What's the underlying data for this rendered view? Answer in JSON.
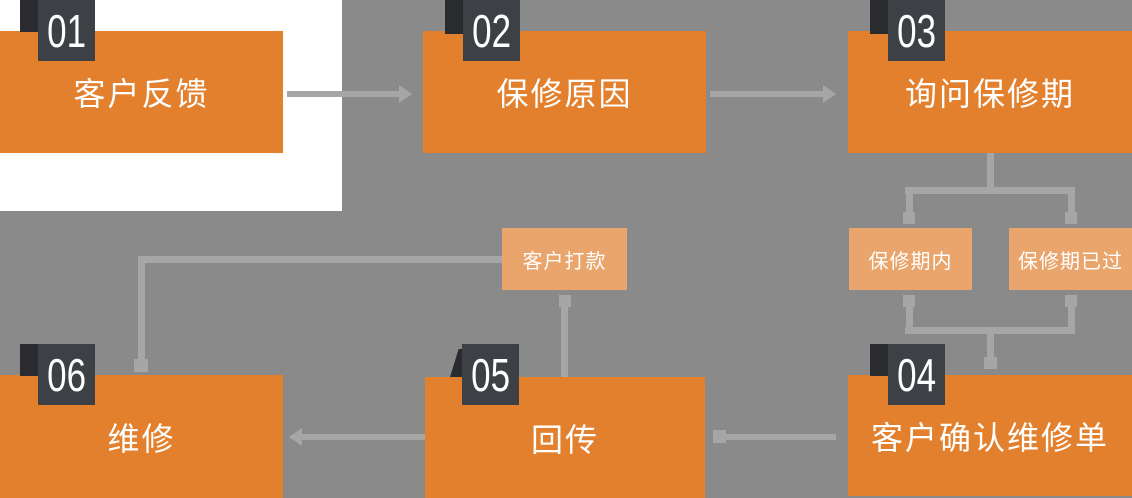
{
  "diagram": {
    "title": "warranty-repair-process-flowchart",
    "steps": [
      {
        "number": "01",
        "label": "客户反馈"
      },
      {
        "number": "02",
        "label": "保修原因"
      },
      {
        "number": "03",
        "label": "询问保修期"
      },
      {
        "number": "04",
        "label": "客户确认维修单"
      },
      {
        "number": "05",
        "label": "回传"
      },
      {
        "number": "06",
        "label": "维修"
      }
    ],
    "branches": [
      {
        "label": "保修期内"
      },
      {
        "label": "保修期已过"
      },
      {
        "label": "客户打款"
      }
    ],
    "colors": {
      "background": "#8A8A8A",
      "panel_white": "#FFFFFF",
      "box_orange": "#E2802E",
      "box_light_orange": "#EAA56C",
      "badge_dark": "#3D4145",
      "badge_tab_dark": "#292B2E",
      "connector_gray": "#A6A6A6",
      "text_white": "#FFFFFF"
    }
  }
}
